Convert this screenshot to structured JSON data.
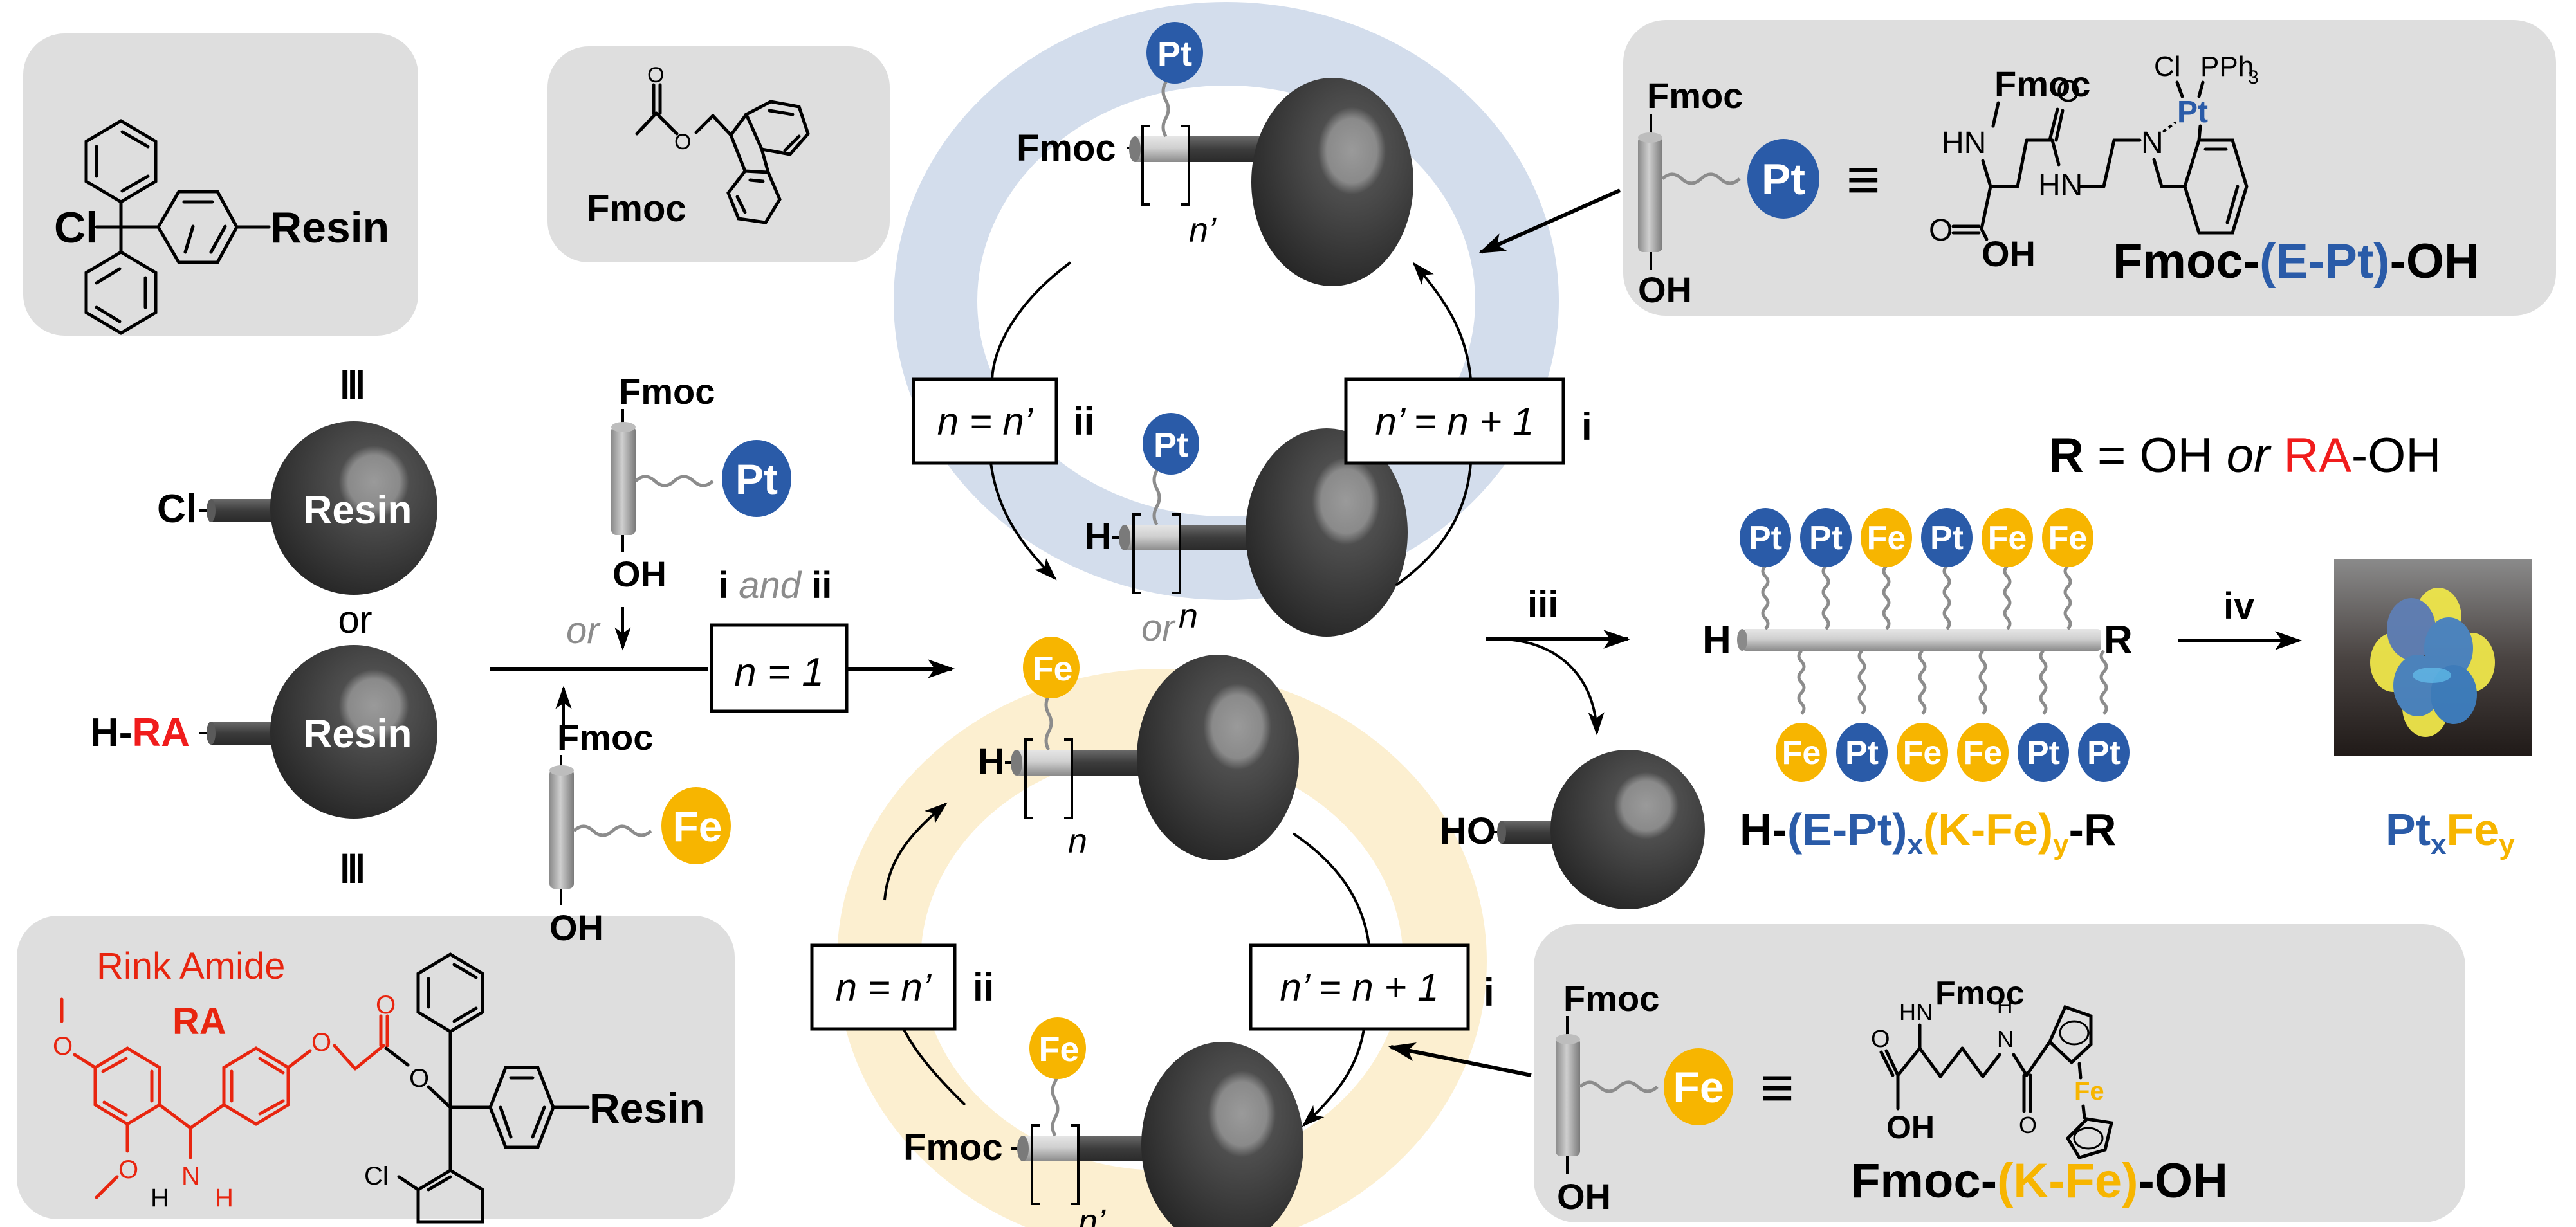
{
  "colors": {
    "pt_blue": "#2a5ba8",
    "fe_yellow": "#f7b500",
    "rink_red": "#e8250f",
    "ra_red": "#f01c1c",
    "panel_gray": "#dedede",
    "cycle_blue": "#d3ddec",
    "cycle_yellow": "#fcefd0",
    "bead_dark": "#2f2f2f",
    "or_gray": "#8c8c8c"
  },
  "panels": {
    "trityl": {
      "cl": "Cl",
      "resin": "Resin"
    },
    "fmoc": {
      "label": "Fmoc",
      "o1": "O",
      "o2": "O"
    },
    "rink": {
      "title": "Rink Amide",
      "abbr": "RA",
      "o_labels": [
        "O",
        "O",
        "O",
        "O",
        "O"
      ],
      "n": "N",
      "h1": "H",
      "h2": "H",
      "cl": "Cl",
      "resin": "Resin"
    },
    "pt_monomer": {
      "fmoc_top": "Fmoc",
      "oh_bottom": "OH",
      "badge": "Pt",
      "equiv": "≡",
      "fmoc_struct": "Fmoc",
      "hn1": "HN",
      "hn2": "HN",
      "o_amide": "O",
      "o_acid": "O",
      "oh": "OH",
      "n": "N",
      "pt": "Pt",
      "cl": "Cl",
      "pph3": "PPh",
      "pph3_sub": "3",
      "name_pre": "Fmoc-",
      "name_mid": "(E-Pt)",
      "name_post": "-OH"
    },
    "fe_monomer": {
      "fmoc_top": "Fmoc",
      "oh_bottom": "OH",
      "badge": "Fe",
      "equiv": "≡",
      "hn": "HN",
      "fmoc_struct": "Fmoc",
      "h": "H",
      "n": "N",
      "o_acid": "O",
      "oh": "OH",
      "o_amide": "O",
      "fe": "Fe",
      "name_pre": "Fmoc-",
      "name_mid": "(K-Fe)",
      "name_post": "-OH"
    }
  },
  "start": {
    "equiv_top": "Ⅲ",
    "equiv_bottom": "Ⅲ",
    "bead1_prefix": "Cl",
    "bead1_label": "Resin",
    "or_between": "or",
    "bead2_prefix_h": "H-",
    "bead2_prefix_ra": "RA",
    "bead2_label": "Resin",
    "pt_reagent": {
      "fmoc": "Fmoc",
      "oh": "OH",
      "badge": "Pt"
    },
    "fe_reagent": {
      "fmoc": "Fmoc",
      "oh": "OH",
      "badge": "Fe"
    },
    "or_merge": "or",
    "step_i": "i",
    "step_and": "and",
    "step_ii": "ii",
    "box_n_eq_1": "n = 1"
  },
  "pt_cycle": {
    "top_prefix": "Fmoc",
    "top_sub": "n’",
    "bottom_prefix": "H",
    "bottom_sub": "n",
    "badge": "Pt",
    "left_box": "n = n’",
    "left_step": "ii",
    "right_box": "n’ = n + 1",
    "right_step": "i"
  },
  "or_cycles": "or",
  "fe_cycle": {
    "top_prefix": "H",
    "top_sub": "n",
    "bottom_prefix": "Fmoc",
    "bottom_sub": "n’",
    "badge": "Fe",
    "left_box": "n = n’",
    "left_step": "ii",
    "right_box": "n’ = n + 1",
    "right_step": "i"
  },
  "cleavage": {
    "step": "iii",
    "ho": "HO"
  },
  "r_def": {
    "r": "R",
    "eq": " = OH ",
    "or": "or",
    "ra": "RA",
    "tail": "-OH"
  },
  "polymer": {
    "h": "H",
    "r": "R",
    "top_badges": [
      "Pt",
      "Pt",
      "Fe",
      "Pt",
      "Fe",
      "Fe"
    ],
    "bottom_badges": [
      "Fe",
      "Pt",
      "Fe",
      "Fe",
      "Pt",
      "Pt"
    ],
    "formula": {
      "h": "H-",
      "ept": "(E-Pt)",
      "x": "x",
      "kfe": "(K-Fe)",
      "y": "y",
      "r": "-R"
    }
  },
  "final": {
    "step": "iv",
    "pt": "Pt",
    "x": "x",
    "fe": "Fe",
    "y": "y"
  }
}
